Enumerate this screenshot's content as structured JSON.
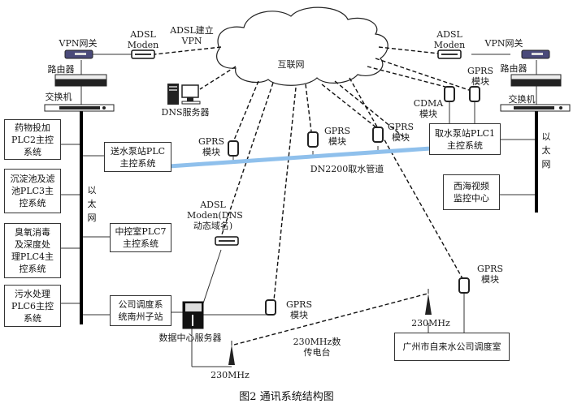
{
  "figure": {
    "caption": "图2 通讯系统结构图",
    "internet_label": "互联网",
    "left_site": {
      "vpn_gateway": "VPN网关",
      "router": "路由器",
      "switch": "交换机",
      "ethernet": "以\n太\n网",
      "adsl_modem": "ADSL\nModen",
      "adsl_vpn_label": "ADSL建立\nVPN",
      "systems": [
        "药物投加\nPLC2主控\n系统",
        "沉淀池及滤\n池PLC3主\n控系统",
        "臭氧消毒\n及深度处\n理PLC4主\n控系统",
        "污水处理\nPLC6主控\n系统"
      ],
      "center_systems": [
        "送水泵站PLC\n主控系统",
        "中控室PLC7\n主控系统",
        "公司调度系\n统南州子站"
      ]
    },
    "right_site": {
      "vpn_gateway": "VPN网关",
      "router": "路由器",
      "switch": "交换机",
      "ethernet": "以\n太\n网",
      "adsl_modem": "ADSL\nModen",
      "cdma_module": "CDMA\n模块",
      "gprs_module": "GPRS\n模块",
      "systems": [
        "取水泵站PLC1\n主控系统",
        "西海视频\n监控中心"
      ]
    },
    "dns_server": "DNS服务器",
    "pipeline": "DN2200取水管道",
    "gprs_labels": [
      "GPRS\n模块",
      "GPRS\n模块",
      "GPRS\n模块",
      "GPRS\n模块",
      "GPRS\n模块"
    ],
    "adsl_dns_modem": "ADSL\nModen(DNS\n动态域名)",
    "data_center_server": "数据中心服务器",
    "radio_230_left": "230MHz",
    "radio_230_right": "230MHz",
    "radio_station": "230MHz数\n传电台",
    "guangzhou_dispatch": "广州市自来水公司调度室"
  }
}
